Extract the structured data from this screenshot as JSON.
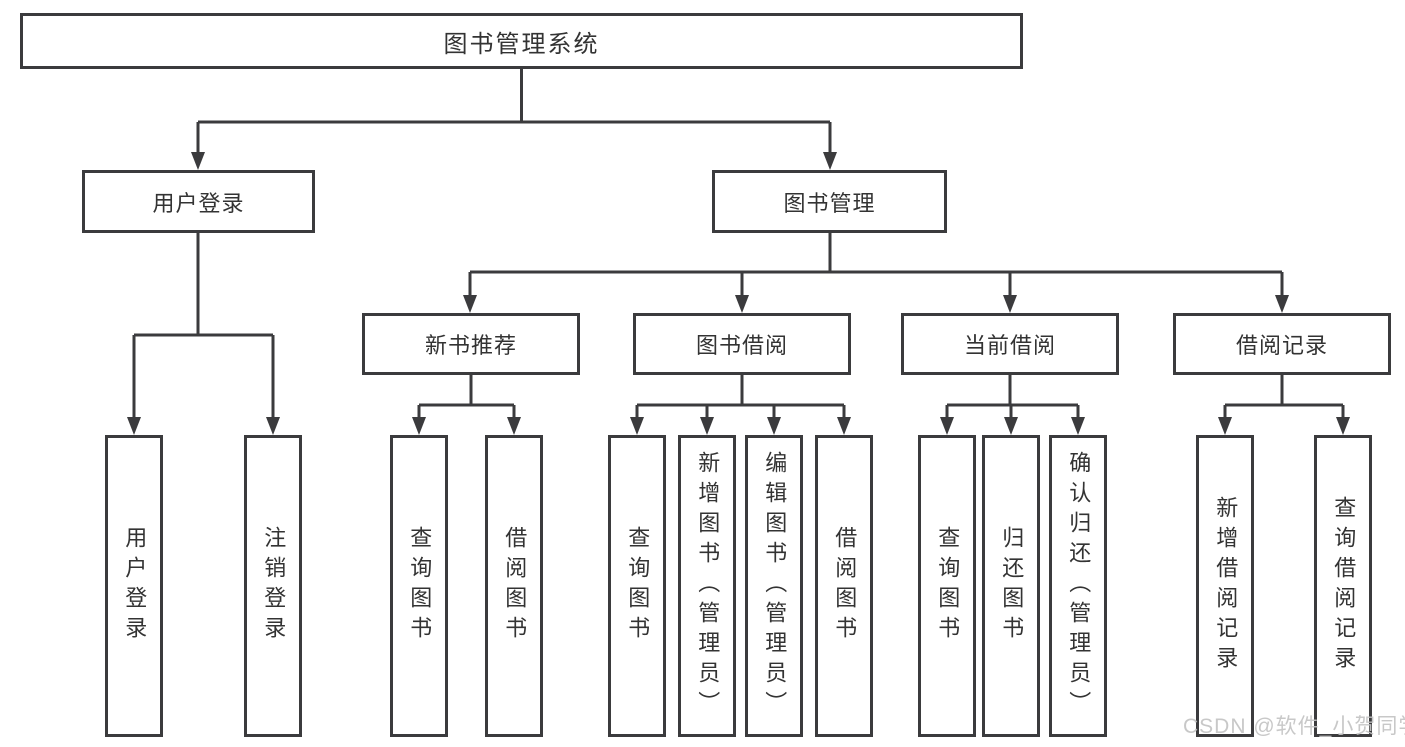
{
  "diagram": {
    "tree": {
      "label": "图书管理系统",
      "children": [
        {
          "label": "用户登录",
          "children": [
            {
              "label": "用户登录"
            },
            {
              "label": "注销登录"
            }
          ]
        },
        {
          "label": "图书管理",
          "children": [
            {
              "label": "新书推荐",
              "children": [
                {
                  "label": "查询图书"
                },
                {
                  "label": "借阅图书"
                }
              ]
            },
            {
              "label": "图书借阅",
              "children": [
                {
                  "label": "查询图书"
                },
                {
                  "label": "新增图书（管理员）"
                },
                {
                  "label": "编辑图书（管理员）"
                },
                {
                  "label": "借阅图书"
                }
              ]
            },
            {
              "label": "当前借阅",
              "children": [
                {
                  "label": "查询图书"
                },
                {
                  "label": "归还图书"
                },
                {
                  "label": "确认归还（管理员）"
                }
              ]
            },
            {
              "label": "借阅记录",
              "children": [
                {
                  "label": "新增借阅记录"
                },
                {
                  "label": "查询借阅记录"
                }
              ]
            }
          ]
        }
      ]
    },
    "watermark": {
      "text": "CSDN @软件_小贺同学"
    },
    "colors": {
      "line": "#3b3b3d",
      "box_border": "#3b3b3d",
      "text": "#333333",
      "watermark": "#c3c3c3",
      "background": "#ffffff"
    }
  }
}
